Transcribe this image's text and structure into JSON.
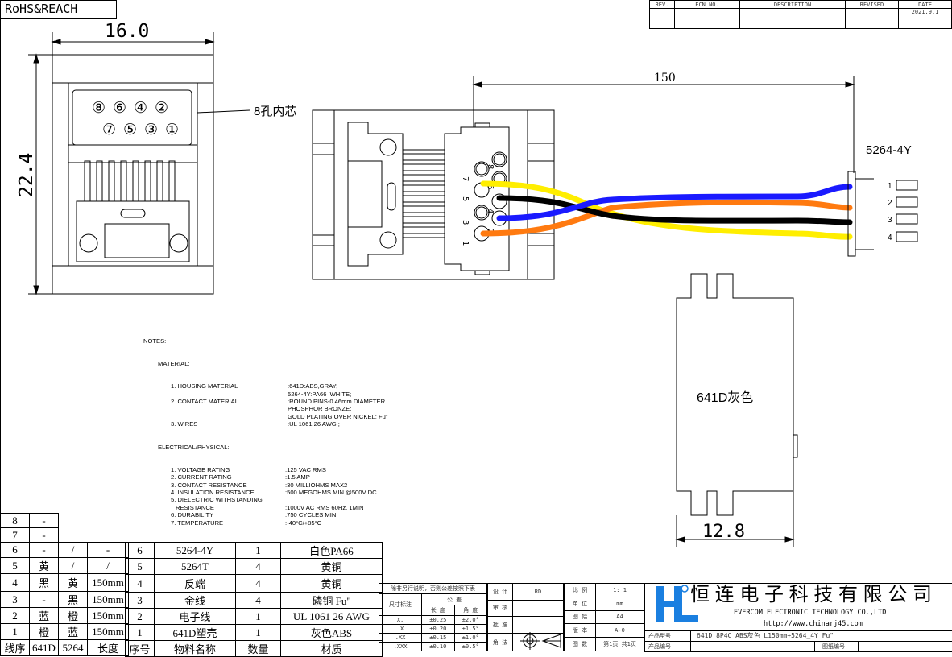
{
  "header": {
    "rohs": "RoHS&REACH"
  },
  "revision": {
    "headers": [
      "REV.",
      "ECN NO.",
      "DESCRIPTION",
      "REVISED",
      "DATE"
    ],
    "date": "2021.9.1"
  },
  "front_view": {
    "dim_width": "16.0",
    "dim_height": "22.4",
    "label": "8孔内芯",
    "pins_top": [
      "⑧",
      "⑥",
      "④",
      "②"
    ],
    "pins_bottom": [
      "⑦",
      "⑤",
      "③",
      "①"
    ]
  },
  "side_view": {
    "dim_length": "150",
    "connector_label": "5264-4Y",
    "pin_numbers": [
      "1",
      "2",
      "3",
      "4"
    ],
    "jack_pins": [
      "1",
      "2",
      "3",
      "4",
      "5",
      "6",
      "7",
      "8"
    ]
  },
  "wire_colors": {
    "yellow": "#ffee00",
    "black": "#000000",
    "blue": "#1a1aff",
    "orange": "#ff7a10"
  },
  "housing_view": {
    "label": "641D灰色",
    "dim_width": "12.8"
  },
  "notes": {
    "title": "NOTES:",
    "material_title": "MATERIAL:",
    "material": [
      [
        "1. HOUSING MATERIAL",
        ":641D:ABS,GRAY;"
      ],
      [
        "",
        "5264-4Y:PA66 ,WHITE;"
      ],
      [
        "2. CONTACT MATERIAL",
        ":ROUND PINS-0.46mm DIAMETER"
      ],
      [
        "",
        "PHOSPHOR BRONZE;"
      ],
      [
        "",
        "GOLD PLATING OVER NICKEL; Fu\""
      ],
      [
        "3. WIRES",
        ":UL 1061 26 AWG ;"
      ]
    ],
    "electrical_title": "ELECTRICAL/PHYSICAL:",
    "electrical": [
      [
        "1. VOLTAGE RATING",
        ":125 VAC RMS"
      ],
      [
        "2. CURRENT RATING",
        ":1.5 AMP"
      ],
      [
        "3. CONTACT RESISTANCE",
        ":30 MILLIOHMS MAX2"
      ],
      [
        "4. INSULATION RESISTANCE",
        ":500 MEGOHMS MIN @500V DC"
      ],
      [
        "5. DIELECTRIC WITHSTANDING",
        ""
      ],
      [
        "RESISTANCE",
        ":1000V AC RMS 60Hz. 1MIN"
      ],
      [
        "6. DURABILITY",
        ":750 CYCLES MIN"
      ],
      [
        "7. TEMPERATURE",
        ":-40°C/+85°C"
      ]
    ]
  },
  "wire_table": {
    "headers": [
      "线序",
      "641D",
      "5264",
      "长度"
    ],
    "rows": [
      [
        "8",
        "-"
      ],
      [
        "7",
        "-"
      ],
      [
        "6",
        "-",
        "/",
        "-"
      ],
      [
        "5",
        "黄",
        "/",
        "/"
      ],
      [
        "4",
        "黑",
        "黄",
        "150mm"
      ],
      [
        "3",
        "-",
        "黑",
        "150mm"
      ],
      [
        "2",
        "蓝",
        "橙",
        "150mm"
      ],
      [
        "1",
        "橙",
        "蓝",
        "150mm"
      ]
    ]
  },
  "bom": {
    "headers": [
      "序号",
      "物料名称",
      "数量",
      "材质"
    ],
    "rows": [
      [
        "6",
        "5264-4Y",
        "1",
        "白色PA66"
      ],
      [
        "5",
        "5264T",
        "4",
        "黄铜"
      ],
      [
        "4",
        "反端",
        "4",
        "黄铜"
      ],
      [
        "3",
        "金线",
        "4",
        "磷铜 Fu\""
      ],
      [
        "2",
        "电子线",
        "1",
        "UL 1061 26 AWG"
      ],
      [
        "1",
        "641D塑壳",
        "1",
        "灰色ABS"
      ]
    ]
  },
  "tolerance": {
    "note": "除非另行说明，否则公差按照下表",
    "label": "尺寸标注",
    "tol": "公  差",
    "len": "长  度",
    "ang": "角  度",
    "rows": [
      [
        "X.",
        "±0.25",
        "±2.0°"
      ],
      [
        ".X",
        "±0.20",
        "±1.5°"
      ],
      [
        ".XX",
        "±0.15",
        "±1.0°"
      ],
      [
        ".XXX",
        "±0.10",
        "±0.5°"
      ]
    ]
  },
  "approval": {
    "design": "设  计",
    "design_val": "RD",
    "review": "审  核",
    "approve": "批  准",
    "projection": "角  法"
  },
  "spec": {
    "scale": "比  例",
    "scale_val": "1: 1",
    "unit": "单  位",
    "unit_val": "mm",
    "size": "图  幅",
    "size_val": "A4",
    "version": "版  本",
    "version_val": "A-0",
    "sheets": "图  数",
    "sheets_val": "第1页 共1页"
  },
  "company": {
    "logo": "HL",
    "name_cn": "恒 连 电 子 科 技 有 限 公 司",
    "name_en": "EVERCOM ELECTRONIC TECHNOLOGY CO.,LTD",
    "url": "http://www.chinarj45.com",
    "logo_color": "#1a7fe0",
    "model_label": "产品型号",
    "model": "641D 8P4C ABS灰色 L150mm+5264_4Y Fu\"",
    "code_label": "产品编号",
    "drawing_no_label": "图纸编号"
  }
}
